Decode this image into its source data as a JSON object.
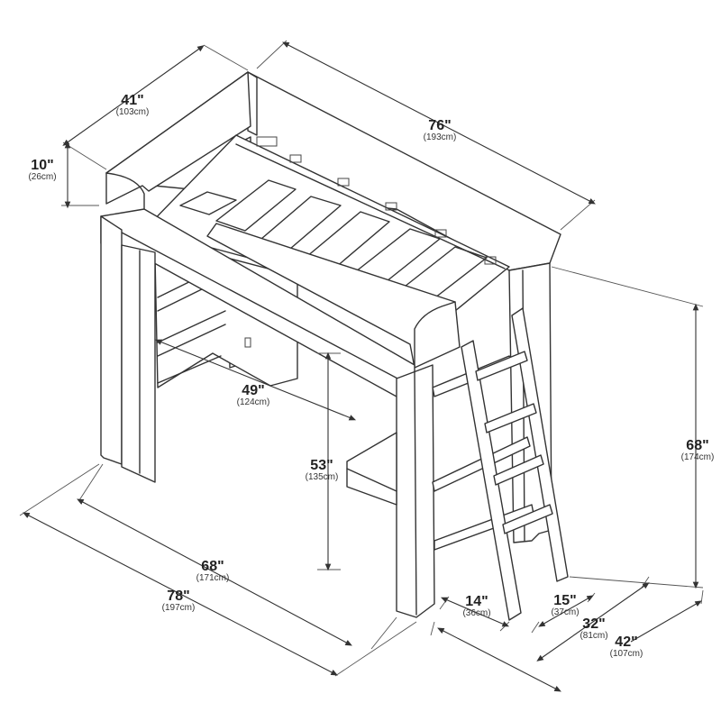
{
  "dimensions": [
    {
      "id": "depth_top",
      "imperial": "41\"",
      "metric": "(103cm)"
    },
    {
      "id": "guardrail_height",
      "imperial": "10\"",
      "metric": "(26cm)"
    },
    {
      "id": "length_top",
      "imperial": "76\"",
      "metric": "(193cm)"
    },
    {
      "id": "desk_width",
      "imperial": "49\"",
      "metric": "(124cm)"
    },
    {
      "id": "clearance_height",
      "imperial": "53\"",
      "metric": "(135cm)"
    },
    {
      "id": "overall_height",
      "imperial": "68\"",
      "metric": "(174cm)"
    },
    {
      "id": "inner_length",
      "imperial": "68\"",
      "metric": "(171cm)"
    },
    {
      "id": "overall_length",
      "imperial": "78\"",
      "metric": "(197cm)"
    },
    {
      "id": "ladder_width",
      "imperial": "14\"",
      "metric": "(36cm)"
    },
    {
      "id": "ladder_offset",
      "imperial": "15\"",
      "metric": "(37cm)"
    },
    {
      "id": "inner_depth",
      "imperial": "32\"",
      "metric": "(81cm)"
    },
    {
      "id": "overall_depth",
      "imperial": "42\"",
      "metric": "(107cm)"
    }
  ],
  "colors": {
    "line": "#333333",
    "background": "#ffffff"
  }
}
